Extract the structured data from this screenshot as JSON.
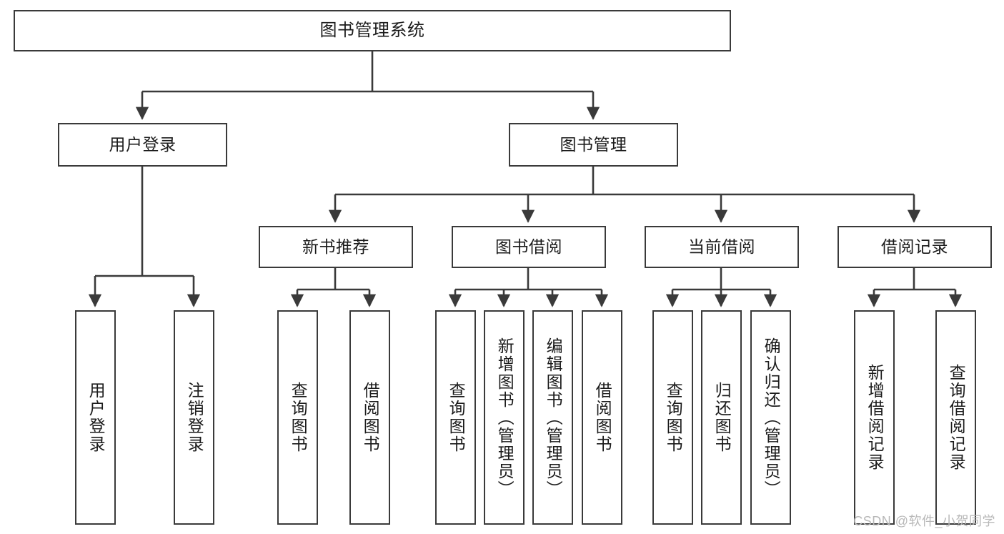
{
  "diagram": {
    "title": "图书管理系统",
    "type": "tree-hierarchy",
    "orientation": "top-down",
    "colors": {
      "box_border": "#3a3a3a",
      "box_fill": "#ffffff",
      "edge": "#3a3a3a",
      "text": "#1b1b1b",
      "watermark": "#b8b8b8"
    }
  },
  "watermark": {
    "text": "CSDN @软件_小贺同学"
  },
  "nodes": {
    "root": {
      "label": "图书管理系统"
    },
    "level2": [
      {
        "label": "用户登录"
      },
      {
        "label": "图书管理"
      }
    ],
    "level3": [
      {
        "label": "新书推荐"
      },
      {
        "label": "图书借阅"
      },
      {
        "label": "当前借阅"
      },
      {
        "label": "借阅记录"
      }
    ],
    "leaves_user_login": [
      {
        "label": "用户登录"
      },
      {
        "label": "注销登录"
      }
    ],
    "leaves_new_book": [
      {
        "label": "查询图书"
      },
      {
        "label": "借阅图书"
      }
    ],
    "leaves_borrow": [
      {
        "label": "查询图书"
      },
      {
        "label": "新增图书（管理员）"
      },
      {
        "label": "编辑图书（管理员）"
      },
      {
        "label": "借阅图书"
      }
    ],
    "leaves_current": [
      {
        "label": "查询图书"
      },
      {
        "label": "归还图书"
      },
      {
        "label": "确认归还（管理员）"
      }
    ],
    "leaves_records": [
      {
        "label": "新增借阅记录"
      },
      {
        "label": "查询借阅记录"
      }
    ]
  }
}
